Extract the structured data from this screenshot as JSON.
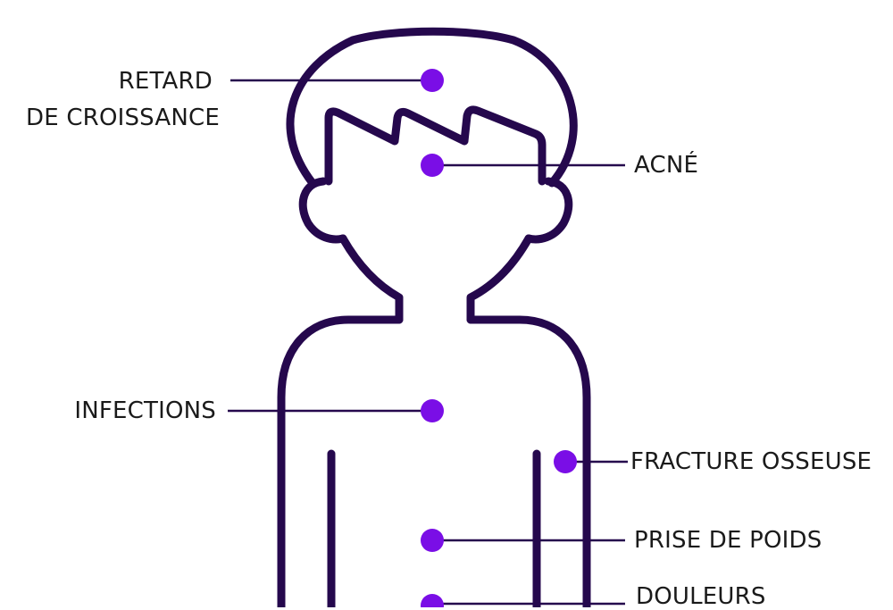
{
  "colors": {
    "outline": "#25084d",
    "marker": "#7a0ee6",
    "leader_line": "#25084d",
    "text": "#1a1a1a",
    "background": "#ffffff"
  },
  "labels": {
    "growth_line1": "RETARD",
    "growth_line2": "DE CROISSANCE",
    "acne": "ACNÉ",
    "infections": "INFECTIONS",
    "fracture": "FRACTURE OSSEUSE",
    "weight": "PRISE DE POIDS",
    "pain": "DOULEURS"
  }
}
